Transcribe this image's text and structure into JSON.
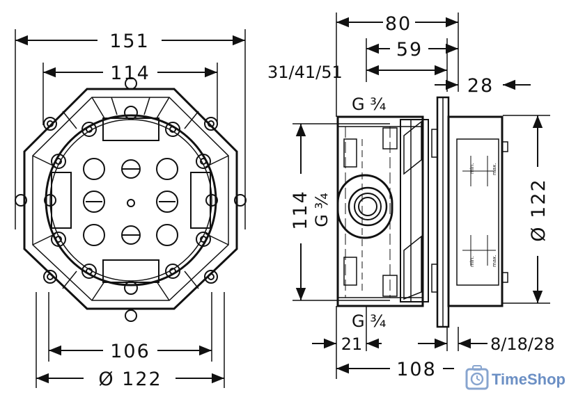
{
  "front_view": {
    "dim_outer_width": "151",
    "dim_inner_width": "114",
    "dim_bottom_width": "106",
    "dim_diameter": "Ø 122"
  },
  "side_view": {
    "dim_total_depth": "80",
    "dim_body_depth": "59",
    "dim_variants": "31/41/51",
    "dim_cover_depth": "28",
    "dim_height": "114",
    "dim_diameter": "Ø 122",
    "dim_offset": "21",
    "dim_overall": "108",
    "dim_plaster": "8/18/28",
    "thread_top": "G ¾",
    "thread_bottom": "G ¾",
    "thread_side": "G ¾",
    "scale_min": "min.",
    "scale_max": "max."
  },
  "watermark": {
    "brand": "TimeShop"
  }
}
